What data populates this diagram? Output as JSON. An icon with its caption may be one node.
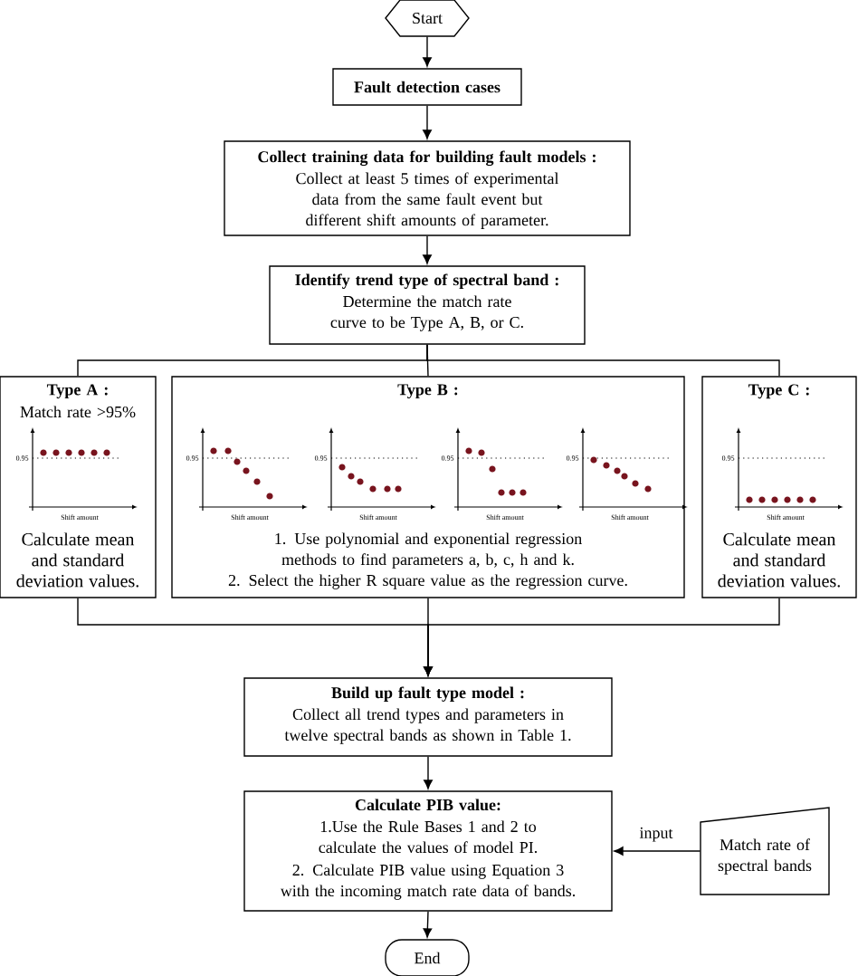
{
  "diagram": {
    "nodes": [
      {
        "text": [
          "Start"
        ]
      },
      {
        "text": [
          "Fault detection cases"
        ]
      },
      {
        "text": [
          "Collect training data for building fault models :",
          "Collect at least 5 times of experimental data from the same fault event but different shift amounts of parameter."
        ]
      },
      {
        "text": [
          "Identify trend type of spectral band :",
          "Determine the match rate curve to be Type A, B, or C."
        ]
      },
      {
        "text": [
          "Type A :",
          "Match rate >95%",
          "Calculate mean and standard deviation values."
        ]
      },
      {
        "text": [
          "Type B :",
          "1. Use polynomial and exponential regression methods to find parameters a, b, c, h and k.",
          "2. Select the higher R square value as the regression curve."
        ]
      },
      {
        "text": [
          "Type C :",
          "Calculate mean and standard deviation values."
        ]
      },
      {
        "text": [
          "Build up fault type model :",
          "Collect all trend types and parameters in twelve spectral bands as shown in Table 1."
        ]
      },
      {
        "text": [
          "Calculate PIB value:",
          "1.Use the Rule Bases 1 and 2 to calculate the values of model PI.",
          "2. Calculate PIB value using Equation 3 with the incoming match rate data of bands."
        ]
      },
      {
        "text": [
          "Match rate of spectral bands"
        ]
      },
      {
        "text": [
          "End"
        ]
      }
    ],
    "edges": [
      {
        "from": 0,
        "to": 1,
        "arrow": "to"
      },
      {
        "from": 1,
        "to": 2,
        "arrow": "to"
      },
      {
        "from": 2,
        "to": 3,
        "arrow": "to"
      },
      {
        "from": 3,
        "to": 4,
        "arrow": "none"
      },
      {
        "from": 3,
        "to": 5,
        "arrow": "none"
      },
      {
        "from": 3,
        "to": 6,
        "arrow": "none"
      },
      {
        "from": 4,
        "to": 7,
        "arrow": "to"
      },
      {
        "from": 5,
        "to": 7,
        "arrow": "to"
      },
      {
        "from": 6,
        "to": 7,
        "arrow": "to"
      },
      {
        "from": 7,
        "to": 8,
        "arrow": "to"
      },
      {
        "from": 9,
        "to": 8,
        "arrow": "to",
        "label": "input"
      },
      {
        "from": 8,
        "to": 10,
        "arrow": "to"
      }
    ],
    "labels": [
      "0.95",
      "Shift amount",
      "0.95",
      "Shift amount",
      "0.95",
      "Shift amount",
      "0.95",
      "Shift amount",
      "0.95",
      "Shift amount",
      "0.95",
      "Shift amount"
    ]
  }
}
